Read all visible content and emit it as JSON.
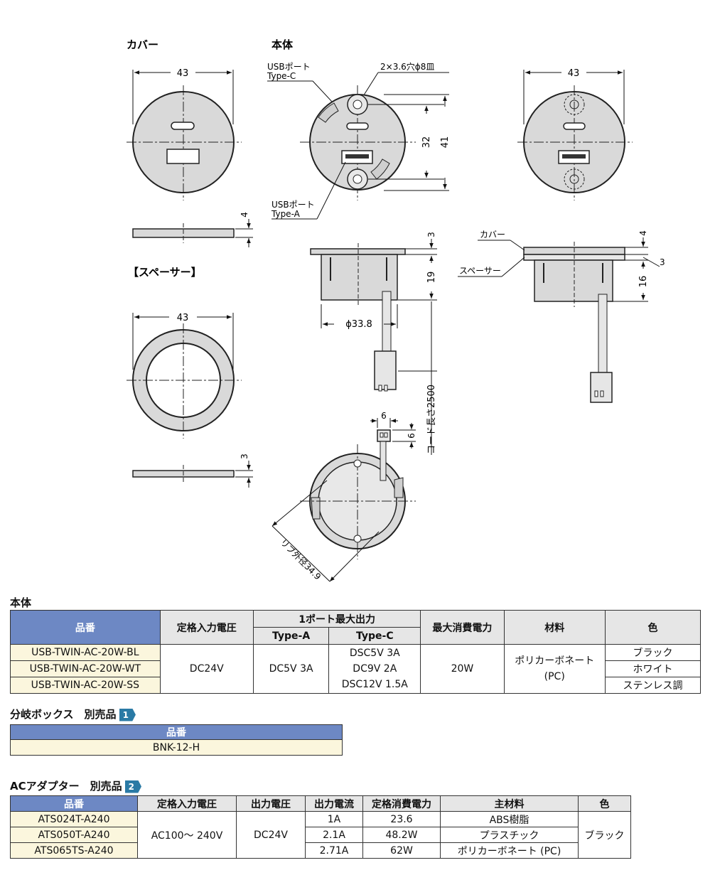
{
  "drawing": {
    "cover_title": "カバー",
    "body_title": "本体",
    "spacer_title": "【スペーサー】",
    "dim_43": "43",
    "dim_4": "4",
    "dim_3": "3",
    "dim_32": "32",
    "dim_41": "41",
    "dim_19": "19",
    "dim_16": "16",
    "dim_6": "6",
    "dim_phi": "ϕ33.8",
    "hole_note": "2×3.6穴ϕ8皿",
    "usb_c_label_1": "USBポート",
    "usb_c_label_2": "Type-C",
    "usb_a_label_1": "USBポート",
    "usb_a_label_2": "Type-A",
    "cord_length": "コード長さ2500",
    "rib_diameter": "リブ外径34.9",
    "side_cover": "カバー",
    "side_spacer": "スペーサー"
  },
  "body_table": {
    "section": "本体",
    "headers": {
      "part": "品番",
      "input": "定格入力電圧",
      "port_out": "1ポート最大出力",
      "type_a": "Type-A",
      "type_c": "Type-C",
      "power": "最大消費電力",
      "material": "材料",
      "color": "色"
    },
    "rows": [
      {
        "part": "USB-TWIN-AC-20W-BL",
        "color": "ブラック"
      },
      {
        "part": "USB-TWIN-AC-20W-WT",
        "color": "ホワイト"
      },
      {
        "part": "USB-TWIN-AC-20W-SS",
        "color": "ステンレス調"
      }
    ],
    "input": "DC24V",
    "type_a": "DC5V 3A",
    "type_c": [
      "DSC5V 3A",
      "DC9V 2A",
      "DSC12V 1.5A"
    ],
    "power": "20W",
    "material_1": "ポリカーボネート",
    "material_2": "(PC)"
  },
  "branch_table": {
    "section": "分岐ボックス　別売品",
    "badge": "1",
    "header": "品番",
    "value": "BNK-12-H"
  },
  "adapter_table": {
    "section": "ACアダプター　別売品",
    "badge": "2",
    "headers": {
      "part": "品番",
      "input": "定格入力電圧",
      "output": "出力電圧",
      "current": "出力電流",
      "power": "定格消費電力",
      "material": "主材料",
      "color": "色"
    },
    "input": "AC100～ 240V",
    "output": "DC24V",
    "color": "ブラック",
    "rows": [
      {
        "part": "ATS024T-A240",
        "current": "1A",
        "power": "23.6",
        "material": "ABS樹脂"
      },
      {
        "part": "ATS050T-A240",
        "current": "2.1A",
        "power": "48.2W",
        "material": "プラスチック"
      },
      {
        "part": "ATS065TS-A240",
        "current": "2.71A",
        "power": "62W",
        "material": "ポリカーボネート (PC)"
      }
    ]
  }
}
